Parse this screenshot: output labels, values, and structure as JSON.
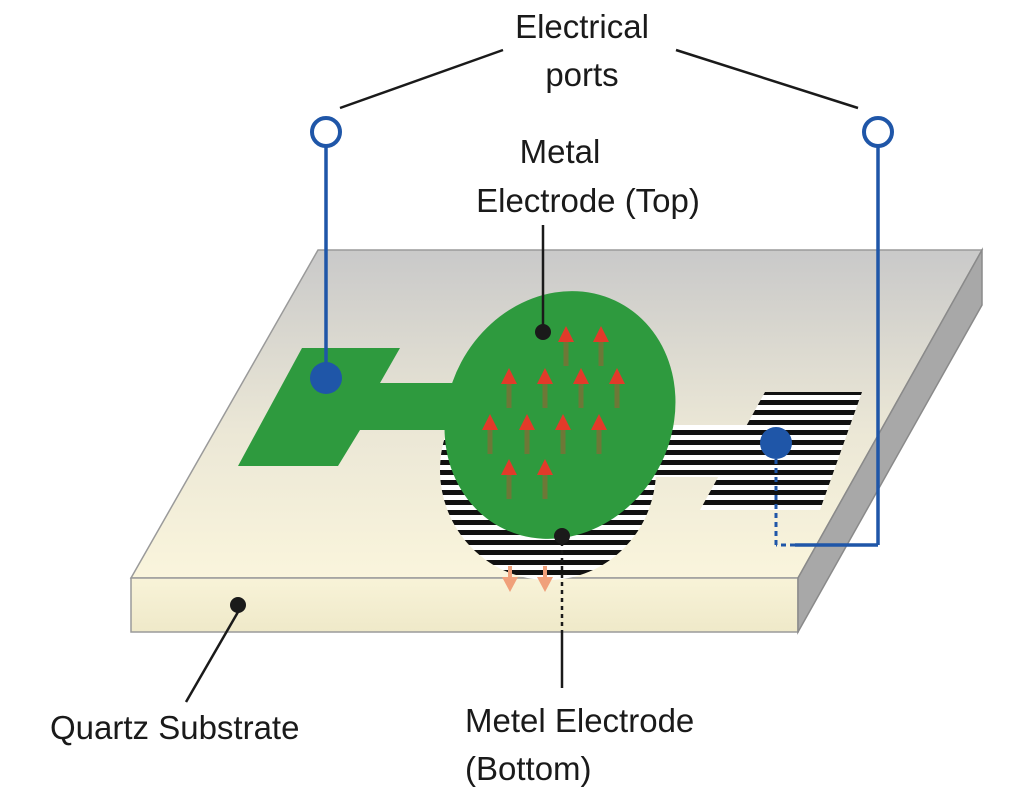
{
  "labels": {
    "ports_line1": "Electrical",
    "ports_line2": "ports",
    "top_line1": "Metal",
    "top_line2": "Electrode (Top)",
    "substrate": "Quartz Substrate",
    "bottom_line1": "Metel Electrode",
    "bottom_line2": "(Bottom)"
  },
  "colors": {
    "top_electrode": "#2e9a3e",
    "wire": "#1f56a8",
    "arrow_up": "#e23a2a",
    "arrow_down": "#f0a07a",
    "substrate_top": "#f7f1d8",
    "substrate_side": "#a8a8a8",
    "stripes": "#111111"
  }
}
